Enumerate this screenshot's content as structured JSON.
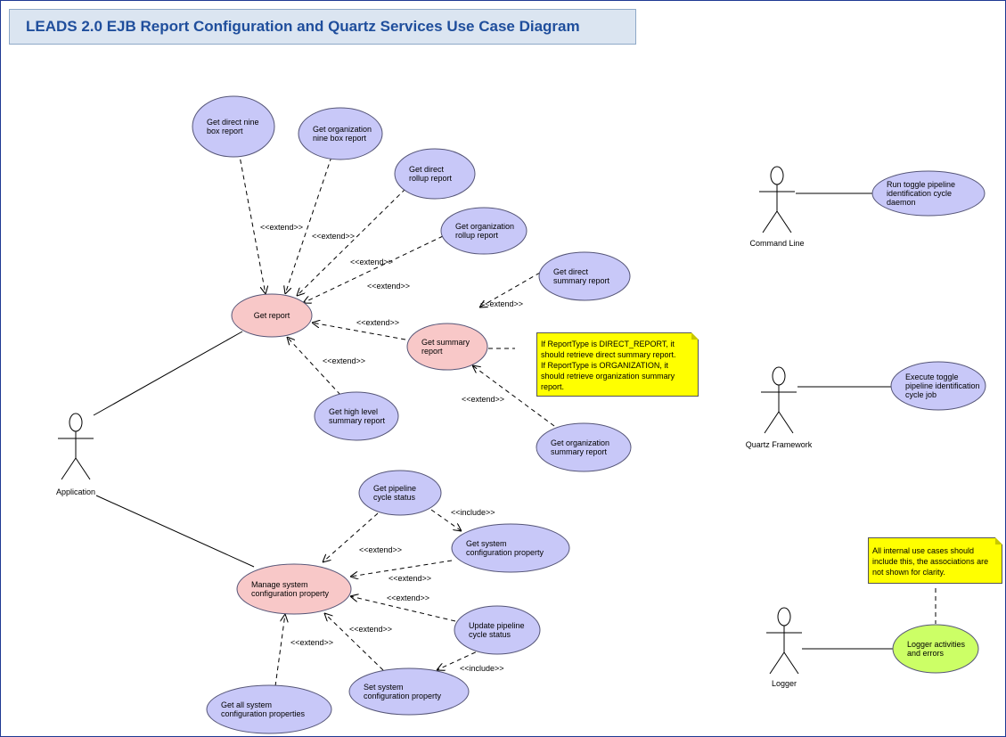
{
  "title": "LEADS 2.0 EJB Report Configuration and Quartz Services Use Case Diagram",
  "colors": {
    "usecase_fill": "#c8c8f8",
    "primary_fill": "#f8c8c8",
    "logger_fill": "#ccff66",
    "ellipse_stroke": "#555577",
    "note_fill": "#ffff00",
    "title_bg": "#dbe5f1",
    "title_text": "#1f4e9c"
  },
  "actors": {
    "application": "Application",
    "command_line": "Command Line",
    "quartz": "Quartz Framework",
    "logger": "Logger"
  },
  "usecases": {
    "get_report": [
      "Get report"
    ],
    "get_direct_nine_box": [
      "Get direct nine",
      "box report"
    ],
    "get_org_nine_box": [
      "Get organization",
      "nine box report"
    ],
    "get_direct_rollup": [
      "Get direct",
      "rollup report"
    ],
    "get_org_rollup": [
      "Get organization",
      "rollup report"
    ],
    "get_direct_summary": [
      "Get direct",
      "summary report"
    ],
    "get_summary": [
      "Get summary",
      "report"
    ],
    "get_org_summary": [
      "Get organization",
      "summary report"
    ],
    "get_high_level": [
      "Get high level",
      "summary report"
    ],
    "get_pipeline_status": [
      "Get pipeline",
      "cycle status"
    ],
    "get_sys_config_prop": [
      "Get system",
      "configuration property"
    ],
    "manage_sys_config": [
      "Manage system",
      "configuration property"
    ],
    "update_pipeline_status": [
      "Update pipeline",
      "cycle status"
    ],
    "set_sys_config": [
      "Set system",
      "configuration property"
    ],
    "get_all_sys_config": [
      "Get all system",
      "configuration properties"
    ],
    "run_toggle_daemon": [
      "Run toggle pipeline",
      "identification cycle",
      "daemon"
    ],
    "execute_toggle_job": [
      "Execute toggle",
      "pipeline identification",
      "cycle job"
    ],
    "logger_activities": [
      "Logger activities",
      "and errors"
    ]
  },
  "stereotypes": {
    "extend": "<<extend>>",
    "include": "<<include>>"
  },
  "notes": {
    "summary_note": [
      " If ReportType is DIRECT_REPORT, it",
      "should retrieve direct summary report.",
      " If ReportType is ORGANIZATION, it",
      "should retrieve organization summary",
      "report."
    ],
    "logger_note": [
      " All internal use cases should",
      "include this, the associations are",
      "not shown for clarity."
    ]
  }
}
